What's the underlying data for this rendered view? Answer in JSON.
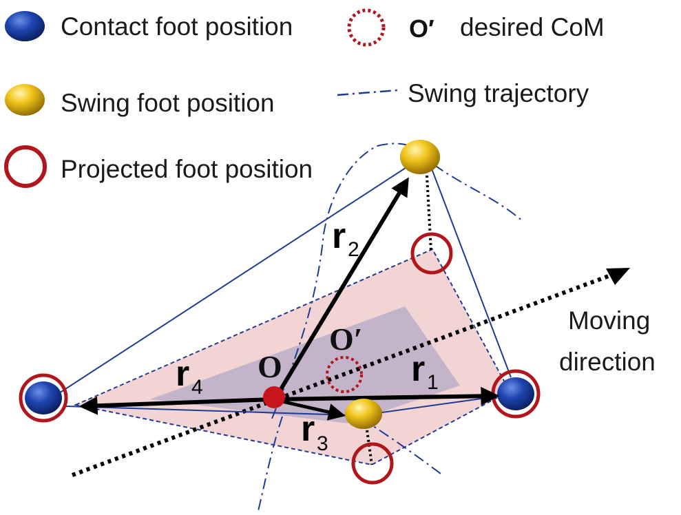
{
  "legend": {
    "contact": "Contact foot position",
    "swing": "Swing foot position",
    "projected": "Projected foot position",
    "com_symbol": "O′",
    "com": "desired CoM",
    "trajectory": "Swing trajectory"
  },
  "labels": {
    "origin": "O",
    "com": "O′",
    "r": "r",
    "r1_sub": "1",
    "r2_sub": "2",
    "r3_sub": "3",
    "r4_sub": "4",
    "moving_line1": "Moving",
    "moving_line2": "direction"
  },
  "colors": {
    "support_polygon_fill": "#f2d4d4",
    "inner_polygon_fill": "#b4a9c6",
    "edge_blue": "#1f3a93",
    "projected_ring": "#b0161c",
    "origin_dot": "#c8141c",
    "contact_foot": "#1b3d9b",
    "swing_foot": "#e0b514",
    "arrow": "#000000"
  },
  "icons": {
    "contact": "blue-sphere-icon",
    "swing": "gold-sphere-icon",
    "projected": "red-ring-icon",
    "com": "dotted-circle-icon",
    "trajectory": "dash-dot-line-icon"
  }
}
